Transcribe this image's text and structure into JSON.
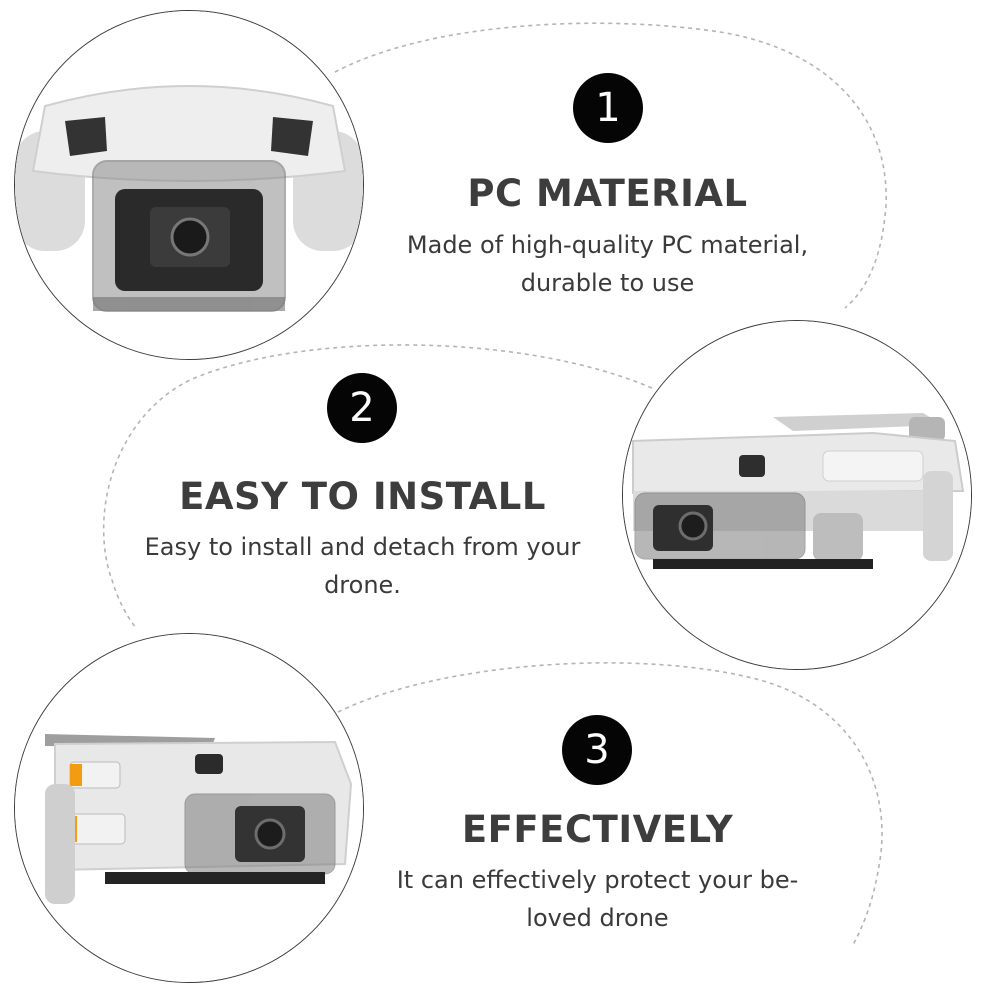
{
  "features": [
    {
      "number": "1",
      "title": "PC MATERIAL",
      "description_lines": [
        "Made of high-quality PC material,",
        "durable to use"
      ],
      "photo": "drone-camera-cover-closeup-photo"
    },
    {
      "number": "2",
      "title": "EASY TO INSTALL",
      "description_lines": [
        "Easy to install and detach from your",
        "drone."
      ],
      "photo": "drone-with-gimbal-cover-side-photo"
    },
    {
      "number": "3",
      "title": "EFFECTIVELY",
      "description_lines": [
        "It can effectively protect your be-",
        "loved drone"
      ],
      "photo": "folded-drone-with-cover-photo"
    }
  ],
  "colors": {
    "badge": "#050505",
    "text": "#3a3a3a",
    "dashed_outline": "#b4b4b4",
    "photo_border": "#3c3c3c"
  }
}
